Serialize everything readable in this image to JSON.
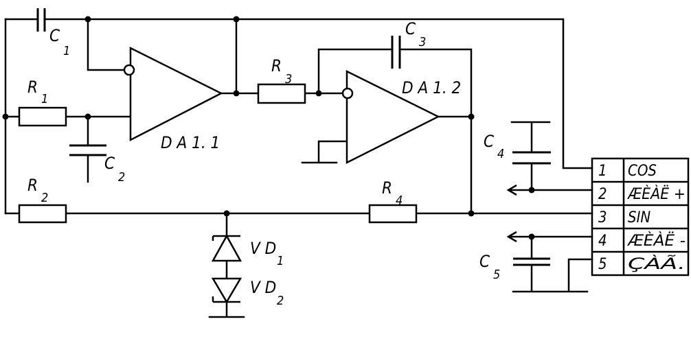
{
  "components": {
    "c1": {
      "letter": "C",
      "index": "1"
    },
    "c2": {
      "letter": "C",
      "index": "2"
    },
    "c3": {
      "letter": "C",
      "index": "3"
    },
    "c4": {
      "letter": "C",
      "index": "4"
    },
    "c5": {
      "letter": "C",
      "index": "5"
    },
    "r1": {
      "letter": "R",
      "index": "1"
    },
    "r2": {
      "letter": "R",
      "index": "2"
    },
    "r3": {
      "letter": "R",
      "index": "3"
    },
    "r4": {
      "letter": "R",
      "index": "4"
    },
    "vd1": {
      "letter": "V D",
      "index": "1"
    },
    "vd2": {
      "letter": "V D",
      "index": "2"
    },
    "da1": {
      "label": "D A 1. 1"
    },
    "da2": {
      "label": "D A 1. 2"
    }
  },
  "connector": {
    "pins": [
      {
        "number": "1",
        "name": "COS"
      },
      {
        "number": "2",
        "name": "ÆÈÀË +"
      },
      {
        "number": "3",
        "name": "SIN"
      },
      {
        "number": "4",
        "name": "ÆÈÀË -"
      },
      {
        "number": "5",
        "name": "ÇÀÃ."
      }
    ]
  }
}
